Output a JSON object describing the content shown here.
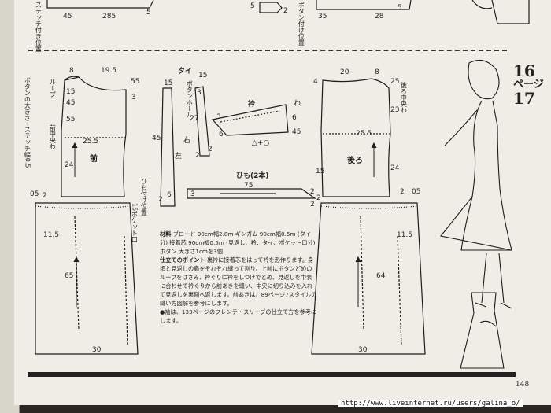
{
  "top": {
    "left_numbers": [
      "45",
      "285",
      "5"
    ],
    "left_vertical": "ステッチ付き位置",
    "mid_numbers": [
      "5",
      "2"
    ],
    "mid_vertical": "ボタン付け位置",
    "right_numbers": [
      "35",
      "28",
      "5"
    ]
  },
  "front": {
    "dims": [
      "8",
      "19.5",
      "55",
      "25.5",
      "24",
      "05",
      "2",
      "11.5",
      "65",
      "30",
      "15",
      "45",
      "55"
    ],
    "name": "前",
    "center_label": "前中央わ",
    "loop_label": "ループ",
    "stitch_note": "ボタンの大きさ+ステッチ幅0.5",
    "button_label": "ひも付け位置",
    "pocket_label": "15ポケット口",
    "extra": [
      "3"
    ]
  },
  "tie": {
    "title": "タイ",
    "dims": [
      "15",
      "45",
      "2",
      "6",
      "3",
      "15",
      "27",
      "2",
      "2"
    ],
    "buttonhole": "ボタンホール",
    "right": "右",
    "left": "左"
  },
  "collar": {
    "title": "衿",
    "dims": [
      "3",
      "6",
      "45",
      "6",
      "△+○"
    ],
    "wa": "わ"
  },
  "string": {
    "title": "ひも(2本)",
    "dims": [
      "75",
      "3",
      "2",
      "2"
    ]
  },
  "back": {
    "dims": [
      "4",
      "20",
      "8",
      "25",
      "23",
      "25.5",
      "24",
      "2",
      "05",
      "11.5",
      "64",
      "30",
      "15",
      "2"
    ],
    "name": "後ろ",
    "center_label": "後ろ中央わ"
  },
  "materials": {
    "heading": "材料",
    "body": "ブロード 90cm幅2.8m ギンガム 90cm幅0.5m (タイ分) 接着芯 90cm幅0.5m (見返し、衿、タイ、ポケット口分) ボタン 大きさ1cmを3個"
  },
  "point": {
    "heading": "仕立てのポイント",
    "body": "裏衿に接着芯をはって衿を形作ります。身頃と見返しの肩をそれぞれ縫って割り、上前にボタンどめのループをはさみ、衿ぐりに衿をしつけでとめ、見返しを中表に合わせて衿ぐりから前あきを縫い、中央に切り込みを入れて見返しを裏側へ返します。前あきは、89ページ7スタイルの縫い方図解を参考にします。",
    "note": "●袖は、133ページのフレンチ・スリーブの仕立て方を参考にします。"
  },
  "page_label": {
    "num": "16",
    "unit": "ページ",
    "num2": "17"
  },
  "bottom_page": "148",
  "watermark": "http://www.liveinternet.ru/users/galina_o/"
}
